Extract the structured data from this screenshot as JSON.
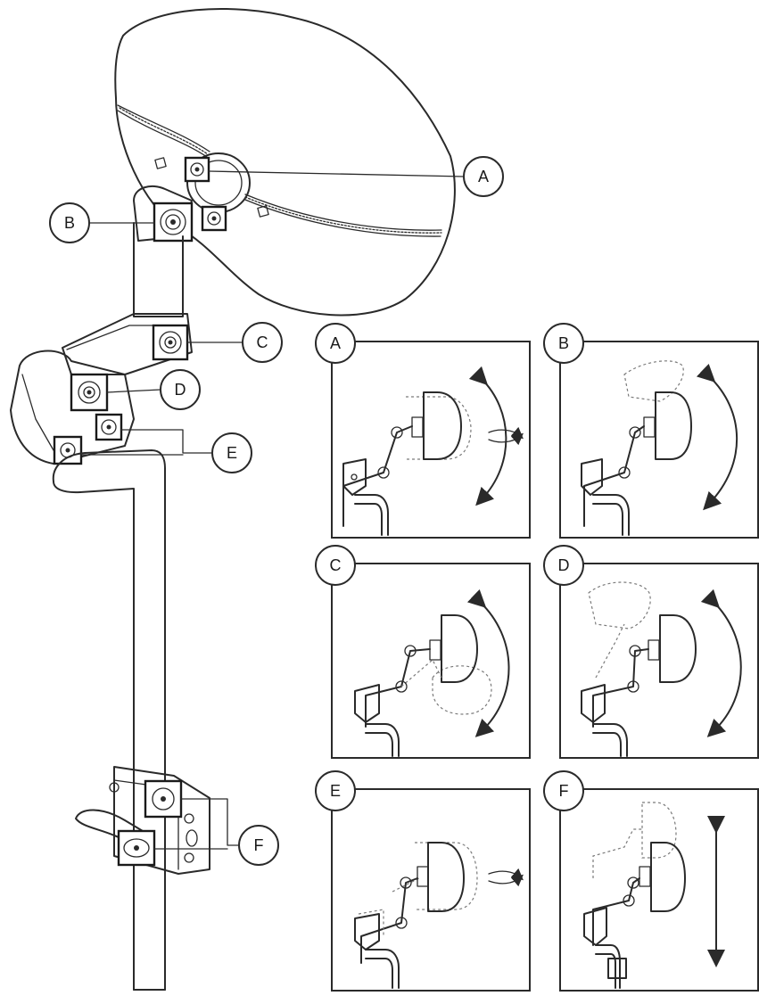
{
  "callouts": [
    "A",
    "B",
    "C",
    "D",
    "E",
    "F"
  ],
  "panels": [
    {
      "label": "A",
      "motion": "tilt rotation"
    },
    {
      "label": "B",
      "motion": "angle arc"
    },
    {
      "label": "C",
      "motion": "swing arc"
    },
    {
      "label": "D",
      "motion": "swing arc"
    },
    {
      "label": "E",
      "motion": "rotation"
    },
    {
      "label": "F",
      "motion": "height up-down"
    }
  ],
  "colors": {
    "ink": "#2a2a2a",
    "ghost": "#7a7a7a",
    "background": "#ffffff"
  }
}
